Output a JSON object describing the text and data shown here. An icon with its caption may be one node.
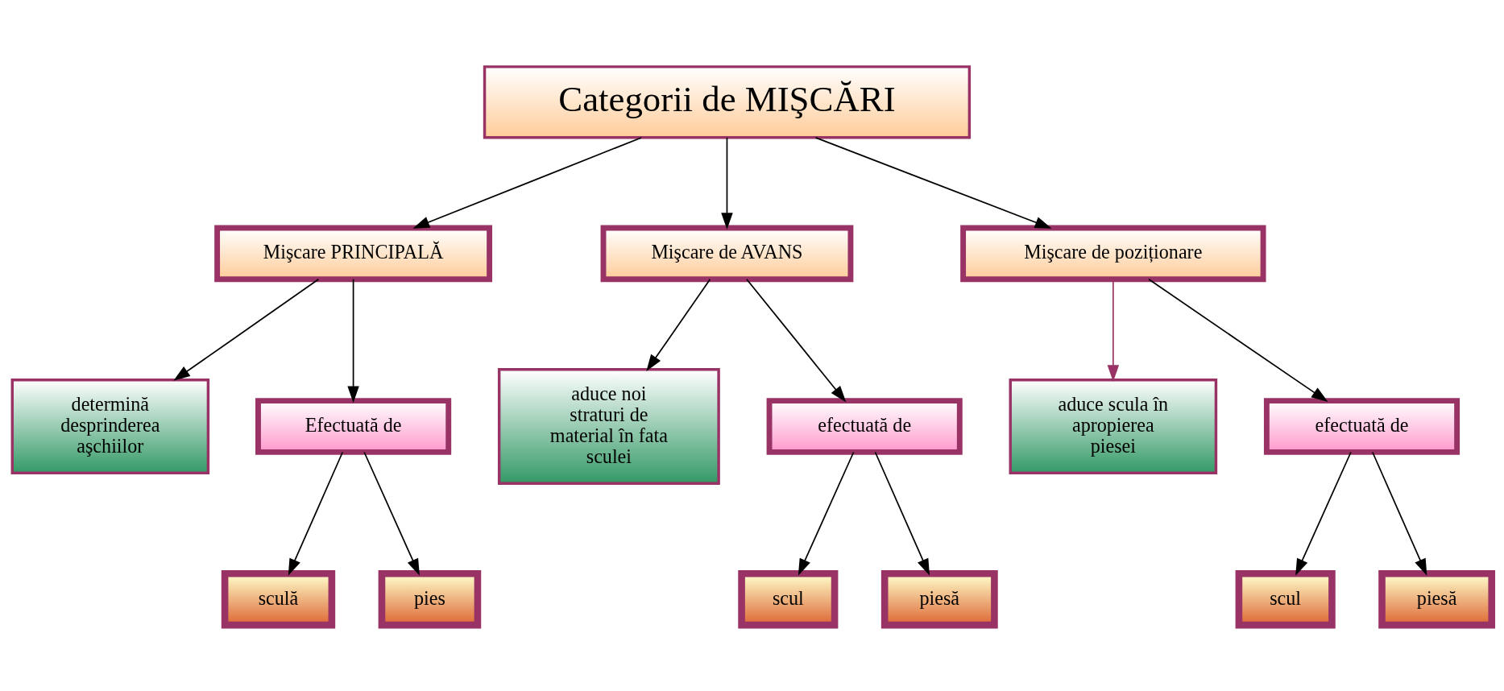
{
  "diagram": {
    "nodes": [
      {
        "text": [
          "Categorii de MIŞCĂRI"
        ]
      },
      {
        "text": [
          "Mişcare PRINCIPALĂ"
        ]
      },
      {
        "text": [
          "Mişcare de AVANS"
        ]
      },
      {
        "text": [
          "Mişcare de poziționare"
        ]
      },
      {
        "text": [
          "determină desprinderea aşchiilor"
        ]
      },
      {
        "text": [
          "Efectuată de"
        ]
      },
      {
        "text": [
          "aduce noi straturi de material în fata sculei"
        ]
      },
      {
        "text": [
          "efectuată de"
        ]
      },
      {
        "text": [
          "aduce scula în apropierea piesei"
        ]
      },
      {
        "text": [
          "efectuată de"
        ]
      },
      {
        "text": [
          "sculă"
        ]
      },
      {
        "text": [
          "pies"
        ]
      },
      {
        "text": [
          "scul"
        ]
      },
      {
        "text": [
          "piesă"
        ]
      },
      {
        "text": [
          "scul"
        ]
      },
      {
        "text": [
          "piesă"
        ]
      }
    ],
    "edges": [
      {
        "from": 0,
        "to": 1,
        "arrow": "to"
      },
      {
        "from": 0,
        "to": 2,
        "arrow": "to"
      },
      {
        "from": 0,
        "to": 3,
        "arrow": "to"
      },
      {
        "from": 1,
        "to": 4,
        "arrow": "to"
      },
      {
        "from": 1,
        "to": 5,
        "arrow": "to"
      },
      {
        "from": 2,
        "to": 6,
        "arrow": "to"
      },
      {
        "from": 2,
        "to": 7,
        "arrow": "to"
      },
      {
        "from": 3,
        "to": 8,
        "arrow": "to",
        "color": "#993366"
      },
      {
        "from": 3,
        "to": 9,
        "arrow": "to"
      },
      {
        "from": 5,
        "to": 10,
        "arrow": "to"
      },
      {
        "from": 5,
        "to": 11,
        "arrow": "to"
      },
      {
        "from": 7,
        "to": 12,
        "arrow": "to"
      },
      {
        "from": 7,
        "to": 13,
        "arrow": "to"
      },
      {
        "from": 9,
        "to": 14,
        "arrow": "to"
      },
      {
        "from": 9,
        "to": 15,
        "arrow": "to"
      }
    ]
  }
}
